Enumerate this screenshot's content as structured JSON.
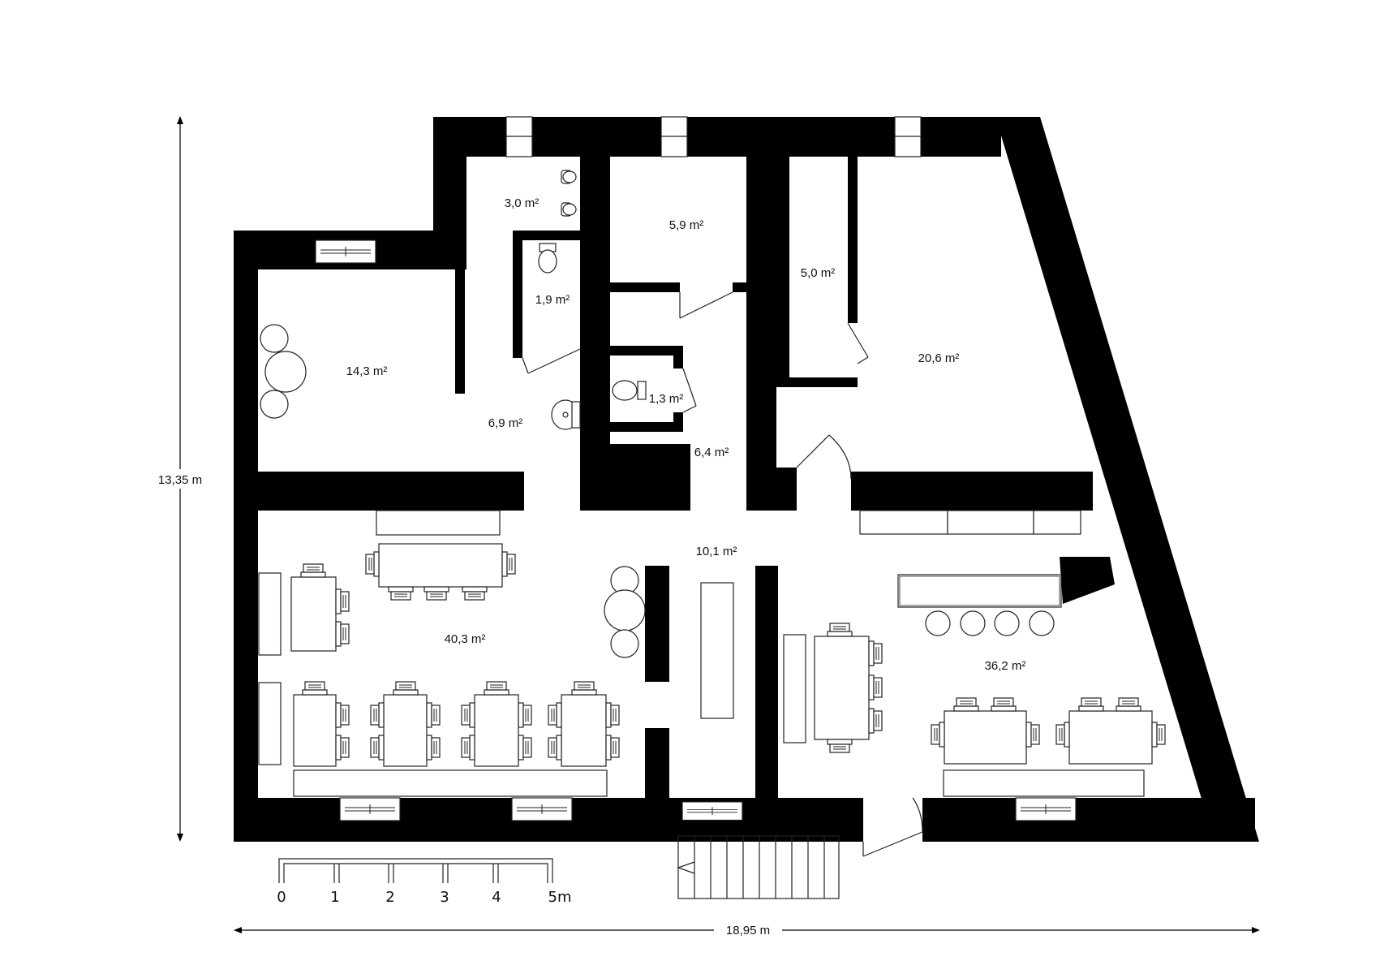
{
  "rooms": [
    {
      "id": "wc-entry",
      "area": "3,0 m²"
    },
    {
      "id": "office-top",
      "area": "5,9 m²"
    },
    {
      "id": "storage-top",
      "area": "5,0 m²"
    },
    {
      "id": "room-left",
      "area": "14,3 m²"
    },
    {
      "id": "toilet-1",
      "area": "1,9 m²"
    },
    {
      "id": "toilet-2",
      "area": "1,3 m²"
    },
    {
      "id": "hall-left",
      "area": "6,9 m²"
    },
    {
      "id": "hall-mid",
      "area": "6,4 m²"
    },
    {
      "id": "room-right",
      "area": "20,6 m²"
    },
    {
      "id": "corridor",
      "area": "10,1 m²"
    },
    {
      "id": "dining-left",
      "area": "40,3 m²"
    },
    {
      "id": "dining-right",
      "area": "36,2 m²"
    }
  ],
  "dimensions": {
    "height": "13,35 m",
    "width": "18,95 m"
  },
  "scale_bar": {
    "ticks": [
      "0",
      "1",
      "2",
      "3",
      "4",
      "5m"
    ]
  }
}
